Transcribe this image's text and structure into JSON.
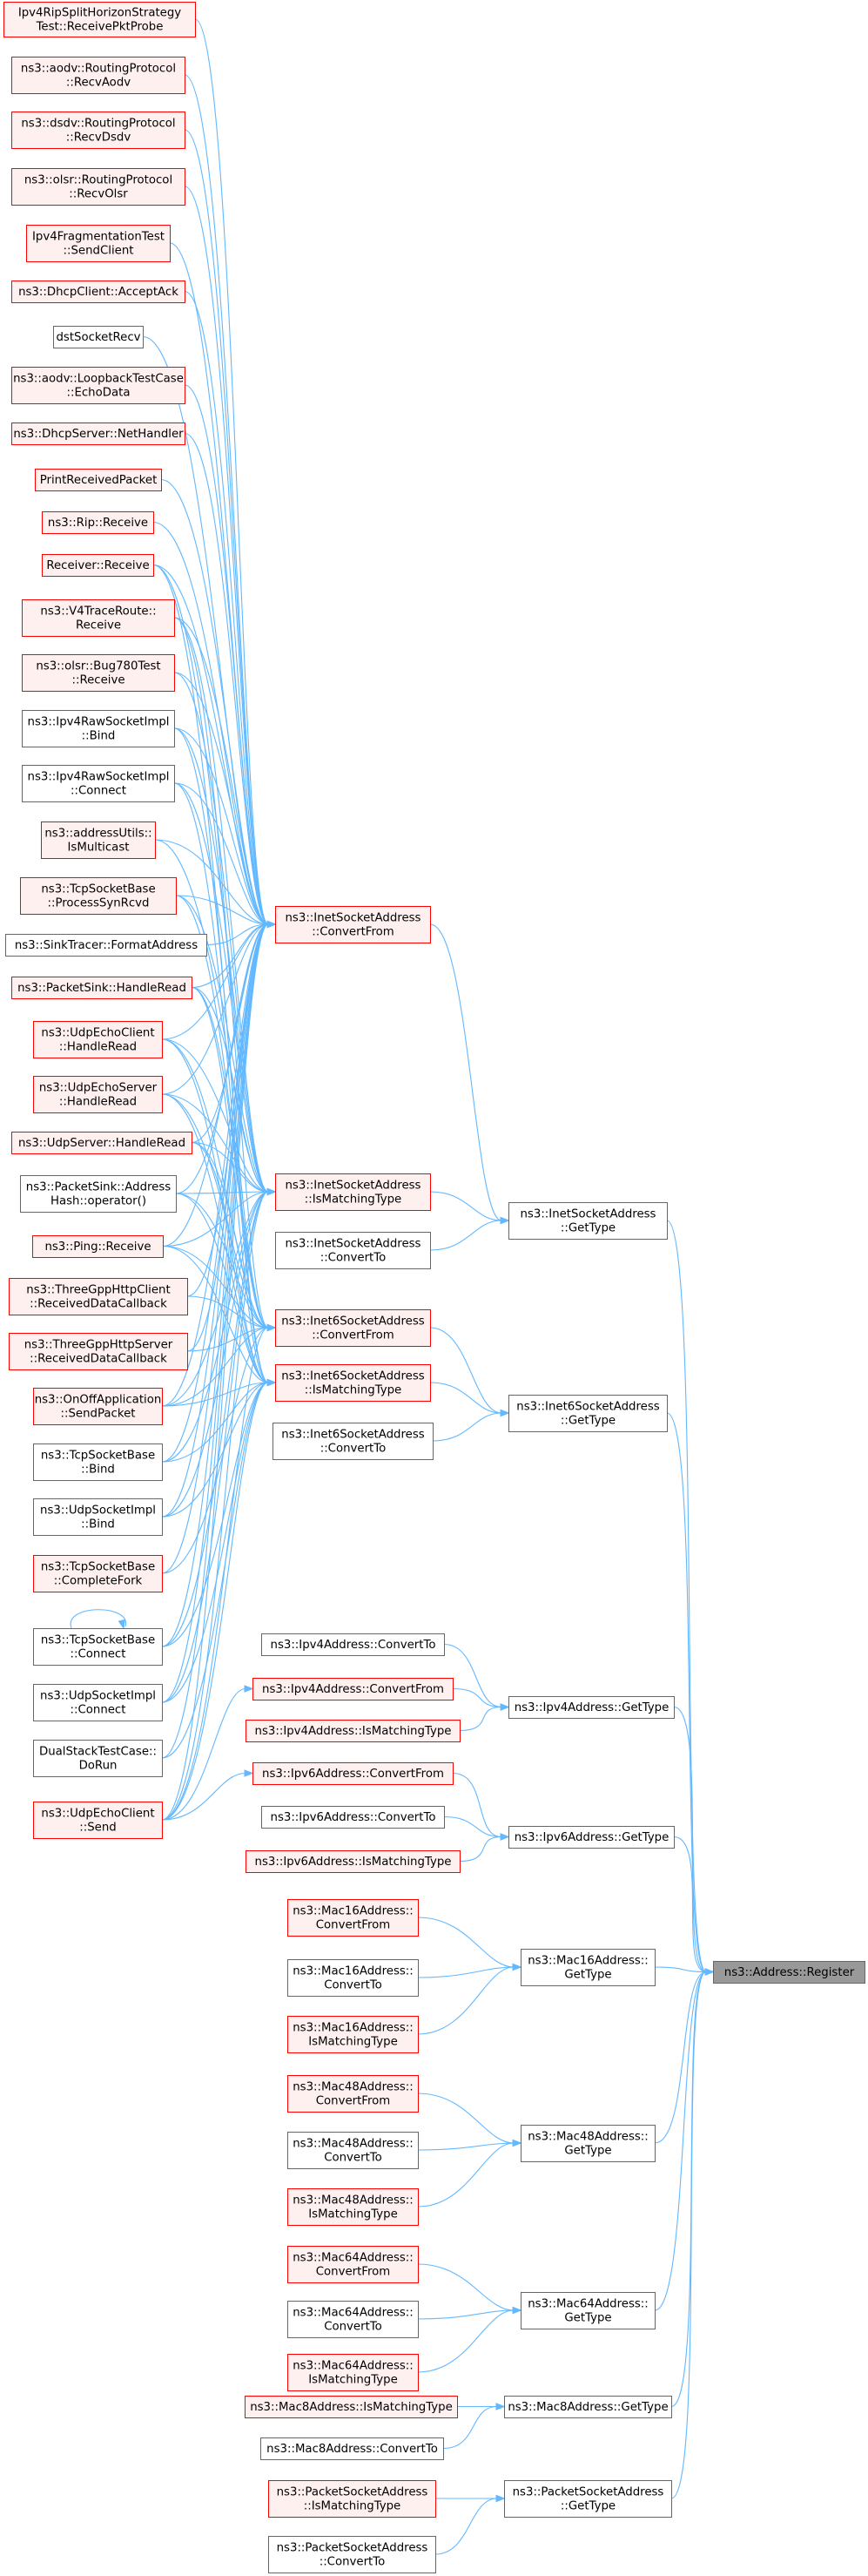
{
  "colors": {
    "red_border": "#ff0000",
    "red_fill": "#fff0f0",
    "plain_border": "#666666",
    "plain_fill": "#ffffff",
    "target_fill": "#999999",
    "target_border": "#666666",
    "edge": "#63B8FF"
  },
  "nodes": [
    {
      "id": "n0",
      "lines": [
        "Ipv4RipSplitHorizonStrategy",
        "Test::ReceivePktProbe"
      ],
      "style": "red"
    },
    {
      "id": "n1",
      "lines": [
        "ns3::aodv::RoutingProtocol",
        "::RecvAodv"
      ],
      "style": "red"
    },
    {
      "id": "n2",
      "lines": [
        "ns3::dsdv::RoutingProtocol",
        "::RecvDsdv"
      ],
      "style": "red"
    },
    {
      "id": "n3",
      "lines": [
        "ns3::olsr::RoutingProtocol",
        "::RecvOlsr"
      ],
      "style": "red"
    },
    {
      "id": "n4",
      "lines": [
        "Ipv4FragmentationTest",
        "::SendClient"
      ],
      "style": "red"
    },
    {
      "id": "n5",
      "lines": [
        "ns3::DhcpClient::AcceptAck"
      ],
      "style": "red"
    },
    {
      "id": "n6",
      "lines": [
        "dstSocketRecv"
      ],
      "style": "plain"
    },
    {
      "id": "n7",
      "lines": [
        "ns3::aodv::LoopbackTestCase",
        "::EchoData"
      ],
      "style": "red"
    },
    {
      "id": "n8",
      "lines": [
        "ns3::DhcpServer::NetHandler"
      ],
      "style": "red"
    },
    {
      "id": "n9",
      "lines": [
        "PrintReceivedPacket"
      ],
      "style": "red"
    },
    {
      "id": "n10",
      "lines": [
        "ns3::Rip::Receive"
      ],
      "style": "red"
    },
    {
      "id": "n11",
      "lines": [
        "Receiver::Receive"
      ],
      "style": "red"
    },
    {
      "id": "n12",
      "lines": [
        "ns3::V4TraceRoute::",
        "Receive"
      ],
      "style": "red"
    },
    {
      "id": "n13",
      "lines": [
        "ns3::olsr::Bug780Test",
        "::Receive"
      ],
      "style": "red"
    },
    {
      "id": "n14",
      "lines": [
        "ns3::Ipv4RawSocketImpl",
        "::Bind"
      ],
      "style": "plain"
    },
    {
      "id": "n15",
      "lines": [
        "ns3::Ipv4RawSocketImpl",
        "::Connect"
      ],
      "style": "plain"
    },
    {
      "id": "n16",
      "lines": [
        "ns3::addressUtils::",
        "IsMulticast"
      ],
      "style": "red"
    },
    {
      "id": "n17",
      "lines": [
        "ns3::TcpSocketBase",
        "::ProcessSynRcvd"
      ],
      "style": "red"
    },
    {
      "id": "n18",
      "lines": [
        "ns3::SinkTracer::FormatAddress"
      ],
      "style": "plain"
    },
    {
      "id": "n19",
      "lines": [
        "ns3::PacketSink::HandleRead"
      ],
      "style": "red"
    },
    {
      "id": "n20",
      "lines": [
        "ns3::UdpEchoClient",
        "::HandleRead"
      ],
      "style": "red"
    },
    {
      "id": "n21",
      "lines": [
        "ns3::UdpEchoServer",
        "::HandleRead"
      ],
      "style": "red"
    },
    {
      "id": "n22",
      "lines": [
        "ns3::UdpServer::HandleRead"
      ],
      "style": "red"
    },
    {
      "id": "n23",
      "lines": [
        "ns3::PacketSink::Address",
        "Hash::operator()"
      ],
      "style": "plain"
    },
    {
      "id": "n24",
      "lines": [
        "ns3::Ping::Receive"
      ],
      "style": "red"
    },
    {
      "id": "n25",
      "lines": [
        "ns3::ThreeGppHttpClient",
        "::ReceivedDataCallback"
      ],
      "style": "red"
    },
    {
      "id": "n26",
      "lines": [
        "ns3::ThreeGppHttpServer",
        "::ReceivedDataCallback"
      ],
      "style": "red"
    },
    {
      "id": "n27",
      "lines": [
        "ns3::OnOffApplication",
        "::SendPacket"
      ],
      "style": "red"
    },
    {
      "id": "n28",
      "lines": [
        "ns3::TcpSocketBase",
        "::Bind"
      ],
      "style": "plain"
    },
    {
      "id": "n29",
      "lines": [
        "ns3::UdpSocketImpl",
        "::Bind"
      ],
      "style": "plain"
    },
    {
      "id": "n30",
      "lines": [
        "ns3::TcpSocketBase",
        "::CompleteFork"
      ],
      "style": "red"
    },
    {
      "id": "n31",
      "lines": [
        "ns3::TcpSocketBase",
        "::Connect"
      ],
      "style": "plain"
    },
    {
      "id": "n32",
      "lines": [
        "ns3::UdpSocketImpl",
        "::Connect"
      ],
      "style": "plain"
    },
    {
      "id": "n33",
      "lines": [
        "DualStackTestCase::",
        "DoRun"
      ],
      "style": "plain"
    },
    {
      "id": "n34",
      "lines": [
        "ns3::UdpEchoClient",
        "::Send"
      ],
      "style": "red"
    },
    {
      "id": "m0",
      "lines": [
        "ns3::InetSocketAddress",
        "::ConvertFrom"
      ],
      "style": "red"
    },
    {
      "id": "m1",
      "lines": [
        "ns3::InetSocketAddress",
        "::IsMatchingType"
      ],
      "style": "red"
    },
    {
      "id": "m2",
      "lines": [
        "ns3::InetSocketAddress",
        "::ConvertTo"
      ],
      "style": "plain"
    },
    {
      "id": "m3",
      "lines": [
        "ns3::Inet6SocketAddress",
        "::ConvertFrom"
      ],
      "style": "red"
    },
    {
      "id": "m4",
      "lines": [
        "ns3::Inet6SocketAddress",
        "::IsMatchingType"
      ],
      "style": "red"
    },
    {
      "id": "m5",
      "lines": [
        "ns3::Inet6SocketAddress",
        "::ConvertTo"
      ],
      "style": "plain"
    },
    {
      "id": "m6",
      "lines": [
        "ns3::Ipv4Address::ConvertTo"
      ],
      "style": "plain"
    },
    {
      "id": "m7",
      "lines": [
        "ns3::Ipv4Address::ConvertFrom"
      ],
      "style": "red"
    },
    {
      "id": "m8",
      "lines": [
        "ns3::Ipv4Address::IsMatchingType"
      ],
      "style": "red"
    },
    {
      "id": "m9",
      "lines": [
        "ns3::Ipv6Address::ConvertFrom"
      ],
      "style": "red"
    },
    {
      "id": "m10",
      "lines": [
        "ns3::Ipv6Address::ConvertTo"
      ],
      "style": "plain"
    },
    {
      "id": "m11",
      "lines": [
        "ns3::Ipv6Address::IsMatchingType"
      ],
      "style": "red"
    },
    {
      "id": "m12",
      "lines": [
        "ns3::Mac16Address::",
        "ConvertFrom"
      ],
      "style": "red"
    },
    {
      "id": "m13",
      "lines": [
        "ns3::Mac16Address::",
        "ConvertTo"
      ],
      "style": "plain"
    },
    {
      "id": "m14",
      "lines": [
        "ns3::Mac16Address::",
        "IsMatchingType"
      ],
      "style": "red"
    },
    {
      "id": "m15",
      "lines": [
        "ns3::Mac48Address::",
        "ConvertFrom"
      ],
      "style": "red"
    },
    {
      "id": "m16",
      "lines": [
        "ns3::Mac48Address::",
        "ConvertTo"
      ],
      "style": "plain"
    },
    {
      "id": "m17",
      "lines": [
        "ns3::Mac48Address::",
        "IsMatchingType"
      ],
      "style": "red"
    },
    {
      "id": "m18",
      "lines": [
        "ns3::Mac64Address::",
        "ConvertFrom"
      ],
      "style": "red"
    },
    {
      "id": "m19",
      "lines": [
        "ns3::Mac64Address::",
        "ConvertTo"
      ],
      "style": "plain"
    },
    {
      "id": "m20",
      "lines": [
        "ns3::Mac64Address::",
        "IsMatchingType"
      ],
      "style": "red"
    },
    {
      "id": "m21",
      "lines": [
        "ns3::Mac8Address::IsMatchingType"
      ],
      "style": "red"
    },
    {
      "id": "m22",
      "lines": [
        "ns3::Mac8Address::ConvertTo"
      ],
      "style": "plain"
    },
    {
      "id": "m23",
      "lines": [
        "ns3::PacketSocketAddress",
        "::IsMatchingType"
      ],
      "style": "red"
    },
    {
      "id": "m24",
      "lines": [
        "ns3::PacketSocketAddress",
        "::ConvertTo"
      ],
      "style": "plain"
    },
    {
      "id": "g0",
      "lines": [
        "ns3::InetSocketAddress",
        "::GetType"
      ],
      "style": "plain"
    },
    {
      "id": "g1",
      "lines": [
        "ns3::Inet6SocketAddress",
        "::GetType"
      ],
      "style": "plain"
    },
    {
      "id": "g2",
      "lines": [
        "ns3::Ipv4Address::GetType"
      ],
      "style": "plain"
    },
    {
      "id": "g3",
      "lines": [
        "ns3::Ipv6Address::GetType"
      ],
      "style": "plain"
    },
    {
      "id": "g4",
      "lines": [
        "ns3::Mac16Address::",
        "GetType"
      ],
      "style": "plain"
    },
    {
      "id": "g5",
      "lines": [
        "ns3::Mac48Address::",
        "GetType"
      ],
      "style": "plain"
    },
    {
      "id": "g6",
      "lines": [
        "ns3::Mac64Address::",
        "GetType"
      ],
      "style": "plain"
    },
    {
      "id": "g7",
      "lines": [
        "ns3::Mac8Address::GetType"
      ],
      "style": "plain"
    },
    {
      "id": "g8",
      "lines": [
        "ns3::PacketSocketAddress",
        "::GetType"
      ],
      "style": "plain"
    },
    {
      "id": "t0",
      "lines": [
        "ns3::Address::Register"
      ],
      "style": "target"
    }
  ],
  "edges": [
    [
      "n0",
      "m0"
    ],
    [
      "n1",
      "m0"
    ],
    [
      "n2",
      "m0"
    ],
    [
      "n3",
      "m0"
    ],
    [
      "n4",
      "m0"
    ],
    [
      "n5",
      "m0"
    ],
    [
      "n6",
      "m0"
    ],
    [
      "n7",
      "m0"
    ],
    [
      "n8",
      "m0"
    ],
    [
      "n9",
      "m0"
    ],
    [
      "n10",
      "m0"
    ],
    [
      "n11",
      "m0"
    ],
    [
      "n12",
      "m0"
    ],
    [
      "n13",
      "m0"
    ],
    [
      "n14",
      "m0"
    ],
    [
      "n15",
      "m0"
    ],
    [
      "n16",
      "m0"
    ],
    [
      "n17",
      "m0"
    ],
    [
      "n18",
      "m0"
    ],
    [
      "n19",
      "m0"
    ],
    [
      "n20",
      "m0"
    ],
    [
      "n21",
      "m0"
    ],
    [
      "n22",
      "m0"
    ],
    [
      "n23",
      "m0"
    ],
    [
      "n24",
      "m0"
    ],
    [
      "n25",
      "m0"
    ],
    [
      "n26",
      "m0"
    ],
    [
      "n27",
      "m0"
    ],
    [
      "n28",
      "m0"
    ],
    [
      "n29",
      "m0"
    ],
    [
      "n30",
      "m0"
    ],
    [
      "n31",
      "m0"
    ],
    [
      "n32",
      "m0"
    ],
    [
      "n33",
      "m0"
    ],
    [
      "n34",
      "m0"
    ],
    [
      "n11",
      "m1"
    ],
    [
      "n12",
      "m1"
    ],
    [
      "n13",
      "m1"
    ],
    [
      "n14",
      "m1"
    ],
    [
      "n15",
      "m1"
    ],
    [
      "n16",
      "m1"
    ],
    [
      "n17",
      "m1"
    ],
    [
      "n19",
      "m1"
    ],
    [
      "n20",
      "m1"
    ],
    [
      "n21",
      "m1"
    ],
    [
      "n22",
      "m1"
    ],
    [
      "n23",
      "m1"
    ],
    [
      "n24",
      "m1"
    ],
    [
      "n27",
      "m1"
    ],
    [
      "n28",
      "m1"
    ],
    [
      "n29",
      "m1"
    ],
    [
      "n31",
      "m1"
    ],
    [
      "n32",
      "m1"
    ],
    [
      "n34",
      "m1"
    ],
    [
      "n11",
      "m3"
    ],
    [
      "n12",
      "m3"
    ],
    [
      "n17",
      "m3"
    ],
    [
      "n19",
      "m3"
    ],
    [
      "n20",
      "m3"
    ],
    [
      "n21",
      "m3"
    ],
    [
      "n22",
      "m3"
    ],
    [
      "n23",
      "m3"
    ],
    [
      "n24",
      "m3"
    ],
    [
      "n25",
      "m3"
    ],
    [
      "n26",
      "m3"
    ],
    [
      "n27",
      "m3"
    ],
    [
      "n30",
      "m3"
    ],
    [
      "n34",
      "m3"
    ],
    [
      "n14",
      "m4"
    ],
    [
      "n15",
      "m4"
    ],
    [
      "n19",
      "m4"
    ],
    [
      "n20",
      "m4"
    ],
    [
      "n21",
      "m4"
    ],
    [
      "n22",
      "m4"
    ],
    [
      "n23",
      "m4"
    ],
    [
      "n24",
      "m4"
    ],
    [
      "n27",
      "m4"
    ],
    [
      "n28",
      "m4"
    ],
    [
      "n29",
      "m4"
    ],
    [
      "n31",
      "m4"
    ],
    [
      "n32",
      "m4"
    ],
    [
      "n33",
      "m4"
    ],
    [
      "n34",
      "m4"
    ],
    [
      "n31",
      "n31"
    ],
    [
      "n34",
      "m7"
    ],
    [
      "n34",
      "m9"
    ],
    [
      "m0",
      "g0"
    ],
    [
      "m1",
      "g0"
    ],
    [
      "m2",
      "g0"
    ],
    [
      "m3",
      "g1"
    ],
    [
      "m4",
      "g1"
    ],
    [
      "m5",
      "g1"
    ],
    [
      "m6",
      "g2"
    ],
    [
      "m7",
      "g2"
    ],
    [
      "m8",
      "g2"
    ],
    [
      "m9",
      "g3"
    ],
    [
      "m10",
      "g3"
    ],
    [
      "m11",
      "g3"
    ],
    [
      "m12",
      "g4"
    ],
    [
      "m13",
      "g4"
    ],
    [
      "m14",
      "g4"
    ],
    [
      "m15",
      "g5"
    ],
    [
      "m16",
      "g5"
    ],
    [
      "m17",
      "g5"
    ],
    [
      "m18",
      "g6"
    ],
    [
      "m19",
      "g6"
    ],
    [
      "m20",
      "g6"
    ],
    [
      "m21",
      "g7"
    ],
    [
      "m22",
      "g7"
    ],
    [
      "m23",
      "g8"
    ],
    [
      "m24",
      "g8"
    ],
    [
      "g0",
      "t0"
    ],
    [
      "g1",
      "t0"
    ],
    [
      "g2",
      "t0"
    ],
    [
      "g3",
      "t0"
    ],
    [
      "g4",
      "t0"
    ],
    [
      "g5",
      "t0"
    ],
    [
      "g6",
      "t0"
    ],
    [
      "g7",
      "t0"
    ],
    [
      "g8",
      "t0"
    ]
  ]
}
